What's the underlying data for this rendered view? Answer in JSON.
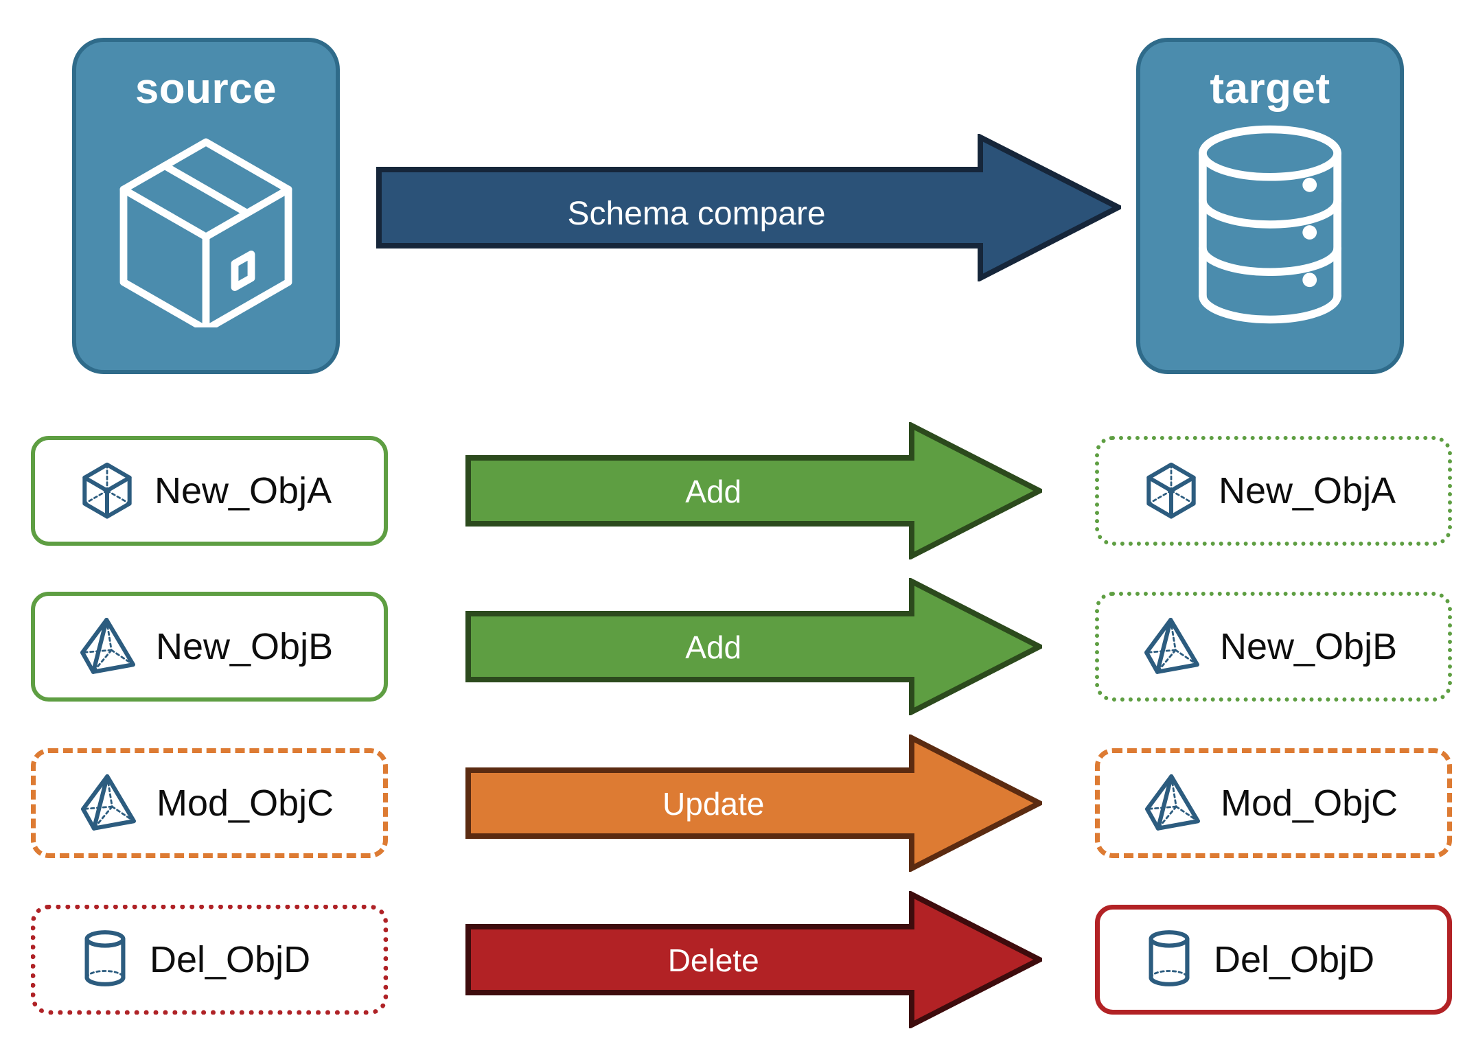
{
  "diagram": {
    "title_source": "source",
    "title_target": "target",
    "main_arrow_label": "Schema compare",
    "colors": {
      "panel_fill": "#4B8CAD",
      "panel_border": "#2F6B8A",
      "main_arrow_fill": "#2B5278",
      "main_arrow_border": "#1B2A3E",
      "add_fill": "#5E9E42",
      "add_border": "#2C4A1D",
      "update_fill": "#DD7B33",
      "update_border": "#5B2B11",
      "delete_fill": "#B22225",
      "delete_border": "#3E0C0D",
      "object_icon": "#2C5C7F",
      "text_dark": "#0d0d0d",
      "text_light": "#ffffff"
    },
    "icons": {
      "source": "package-box-icon",
      "target": "database-stack-icon"
    }
  },
  "rows": [
    {
      "action": "Add",
      "source_label": "New_ObjA",
      "target_label": "New_ObjA",
      "icon": "wireframe-cube-icon",
      "source_border": "solid-green",
      "target_border": "dotted-green",
      "arrow_color": "#5E9E42"
    },
    {
      "action": "Add",
      "source_label": "New_ObjB",
      "target_label": "New_ObjB",
      "icon": "wireframe-pyramid-icon",
      "source_border": "solid-green",
      "target_border": "dotted-green",
      "arrow_color": "#5E9E42"
    },
    {
      "action": "Update",
      "source_label": "Mod_ObjC",
      "target_label": "Mod_ObjC",
      "icon": "wireframe-pyramid-icon",
      "source_border": "dashed-orange",
      "target_border": "dashed-orange",
      "arrow_color": "#DD7B33"
    },
    {
      "action": "Delete",
      "source_label": "Del_ObjD",
      "target_label": "Del_ObjD",
      "icon": "wireframe-cylinder-icon",
      "source_border": "dotted-red",
      "target_border": "solid-red",
      "arrow_color": "#B22225"
    }
  ]
}
